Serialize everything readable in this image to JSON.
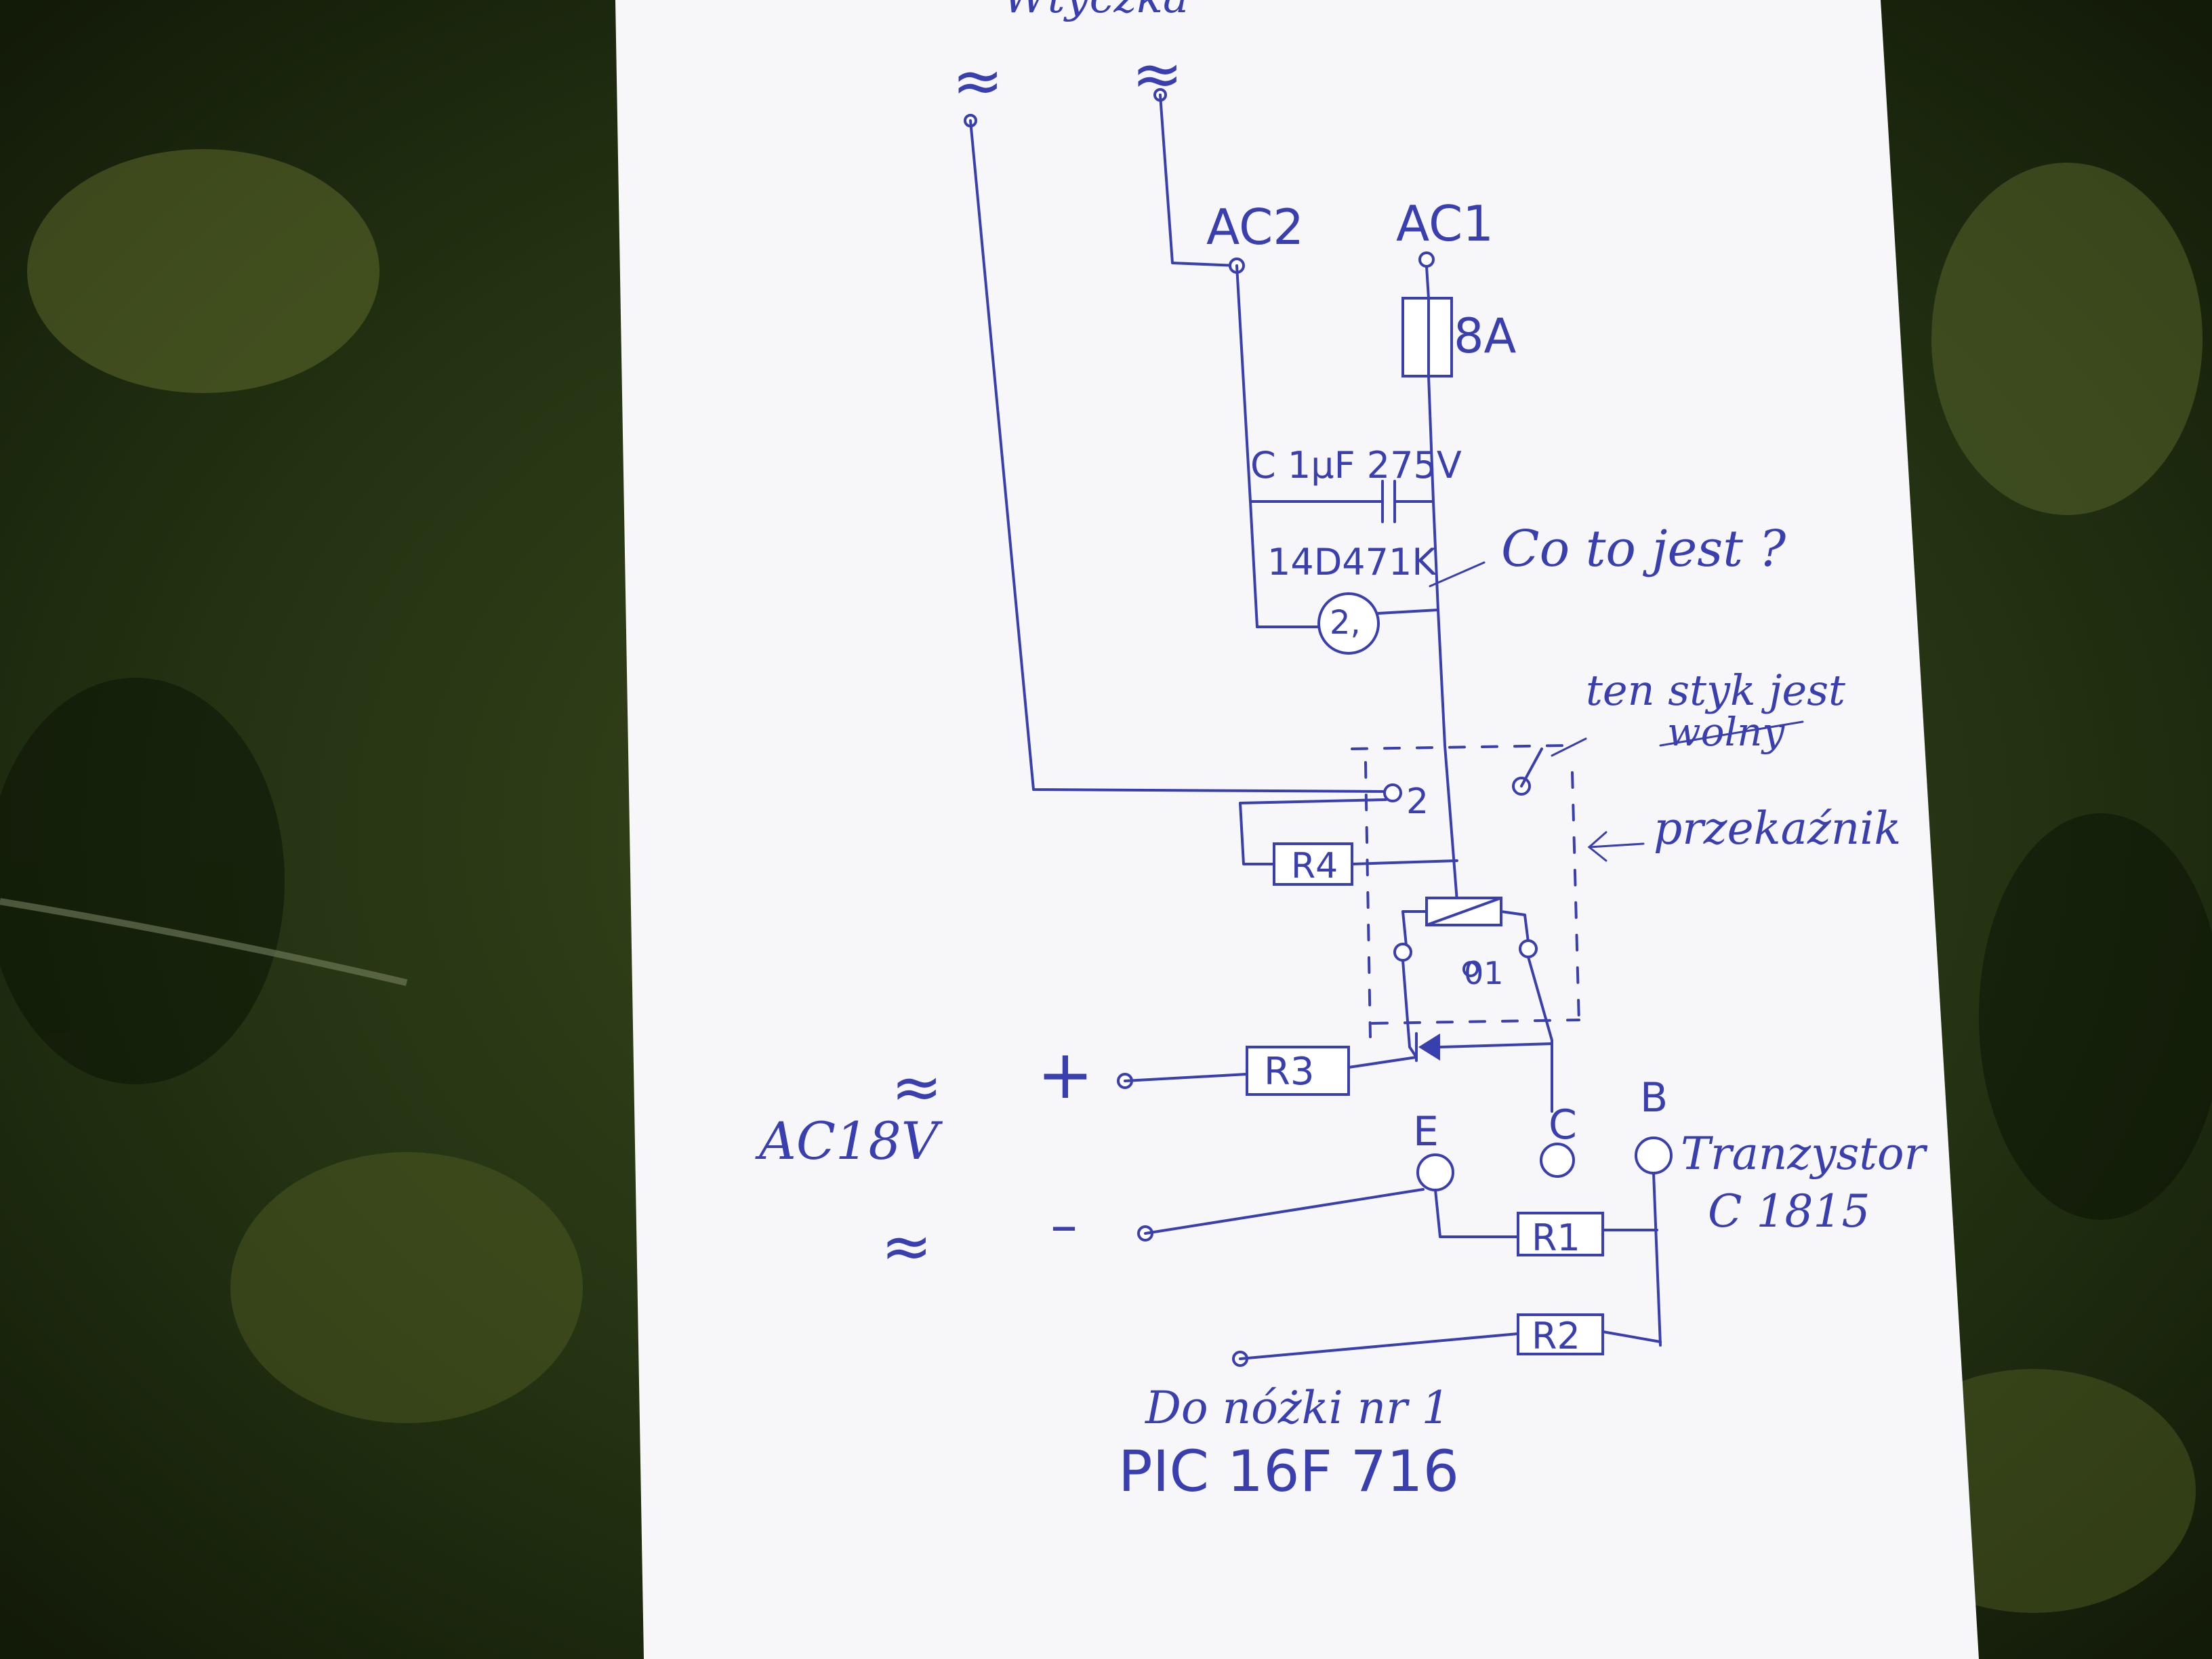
{
  "labels": {
    "top_partial": "Wtyczka",
    "tilde": "≈",
    "ac2": "AC2",
    "ac1": "AC1",
    "fuse_rating": "8A",
    "capacitor": "C 1µF 275V",
    "varistor": "14D471K",
    "varistor_inner": "2,",
    "question": "Co to jest ?",
    "contact_note_line1": "ten styk jest",
    "contact_note_line2": "wolny",
    "relay_label": "przekaźnik",
    "relay_pin2": "2",
    "relay_pin1": "01",
    "r1": "R1",
    "r2": "R2",
    "r3": "R3",
    "r4": "R4",
    "plus": "+",
    "minus": "–",
    "ac18v": "AC18V",
    "emitter": "E",
    "collector": "C",
    "base": "B",
    "transistor_line1": "Tranzystor",
    "transistor_line2": "C 1815",
    "pic_line1": "Do nóżki nr 1",
    "pic_line2": "PIC 16F 716"
  },
  "colors": {
    "ink": "#3a3fb0",
    "paper": "#ffffff",
    "background": "#1e2a10"
  }
}
